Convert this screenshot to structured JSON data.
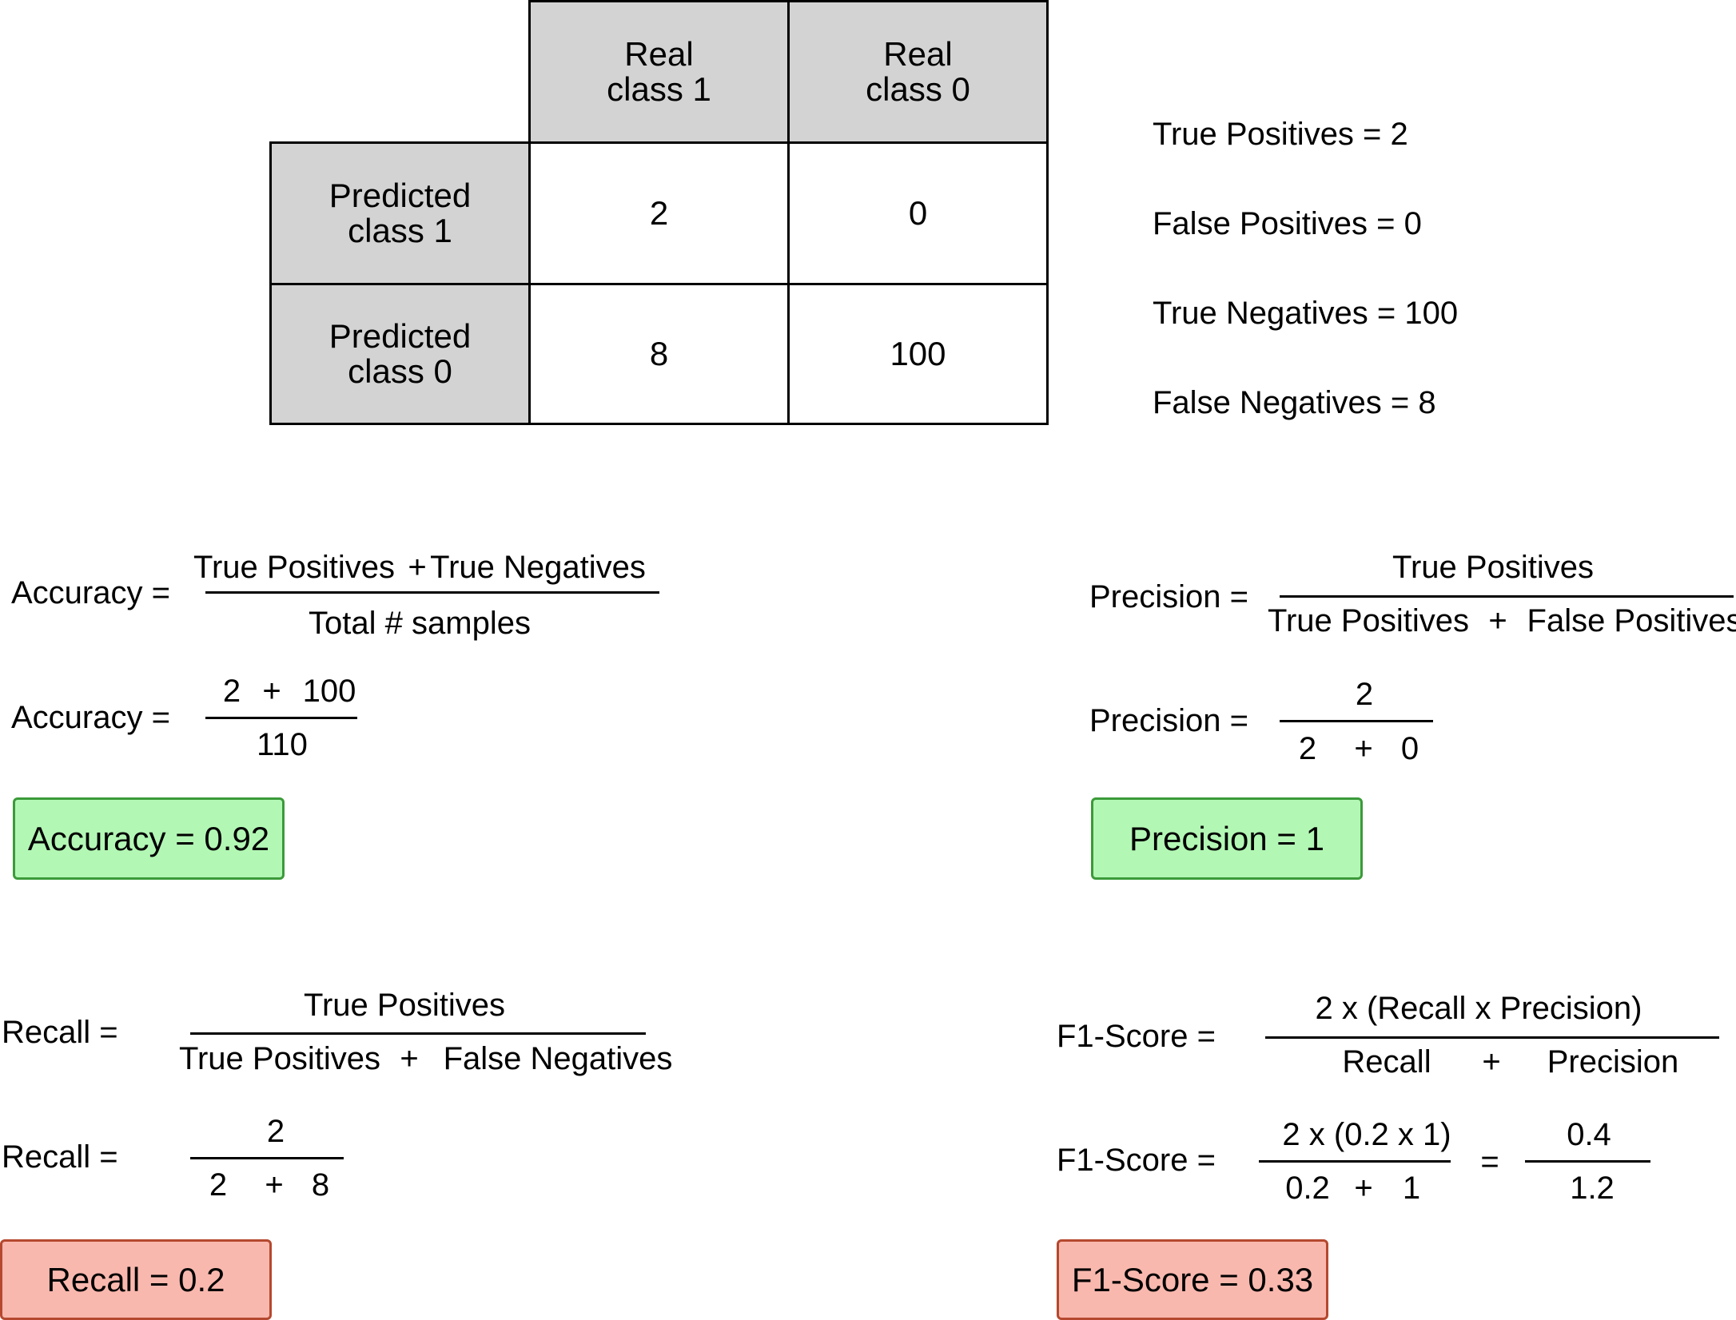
{
  "matrix": {
    "col_headers": [
      "Real\nclass 1",
      "Real\nclass 0"
    ],
    "row_headers": [
      "Predicted\nclass 1",
      "Predicted\nclass 0"
    ],
    "cells": [
      [
        "2",
        "0"
      ],
      [
        "8",
        "100"
      ]
    ]
  },
  "stats": {
    "tp": "True Positives = 2",
    "fp": "False Positives = 0",
    "tn": "True Negatives = 100",
    "fn": "False Negatives = 8"
  },
  "accuracy": {
    "label": "Accuracy =",
    "num": [
      "True Positives",
      "+",
      "True Negatives"
    ],
    "den": "Total # samples",
    "label2": "Accuracy =",
    "num2": [
      "2",
      "+",
      "100"
    ],
    "den2": "110",
    "result": "Accuracy = 0.92",
    "result_color": "#b3f7b5"
  },
  "precision": {
    "label": "Precision =",
    "num": "True Positives",
    "den": [
      "True Positives",
      "+",
      "False Positives"
    ],
    "label2": "Precision =",
    "num2": "2",
    "den2": [
      "2",
      "+",
      "0"
    ],
    "result": "Precision = 1",
    "result_color": "#b3f7b5"
  },
  "recall": {
    "label": "Recall =",
    "num": "True Positives",
    "den": [
      "True Positives",
      "+",
      "False Negatives"
    ],
    "label2": "Recall =",
    "num2": "2",
    "den2": [
      "2",
      "+",
      "8"
    ],
    "result": "Recall = 0.2",
    "result_color": "#f9b8ae"
  },
  "f1": {
    "label": "F1-Score =",
    "num": "2 x (Recall x Precision)",
    "den": [
      "Recall",
      "+",
      "Precision"
    ],
    "label2": "F1-Score =",
    "num2": "2 x (0.2 x 1)",
    "den2": [
      "0.2",
      "+",
      "1"
    ],
    "eq": "=",
    "num3": "0.4",
    "den3": "1.2",
    "result": "F1-Score = 0.33",
    "result_color": "#f9b8ae"
  }
}
